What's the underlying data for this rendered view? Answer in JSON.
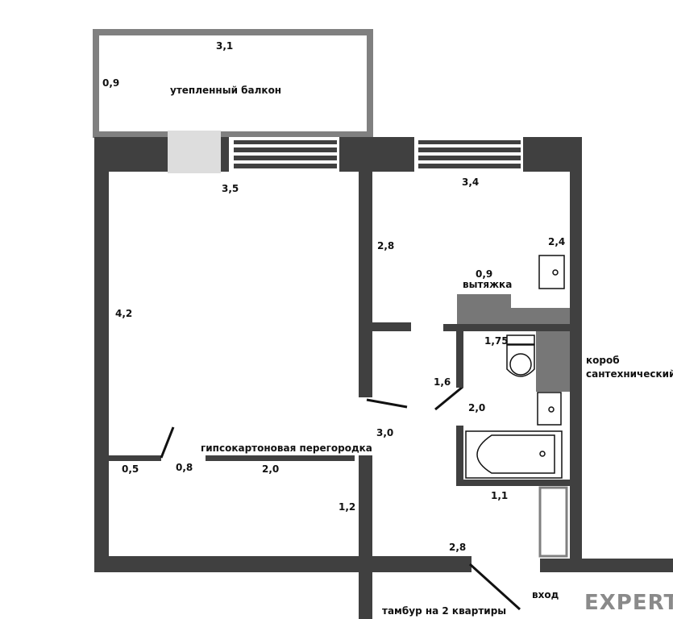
{
  "colors": {
    "wall": "#404040",
    "balcony_frame": "#808080",
    "fixture_box": "#777777",
    "door_opening": "#dddddd",
    "logo": "#8a8a8a"
  },
  "balcony": {
    "label": "утепленный балкон",
    "length": "3,1",
    "width": "0,9"
  },
  "dimensions": {
    "room_top": "3,5",
    "kitchen_top": "3,4",
    "room_left": "4,2",
    "kitchen_wall": "2,8",
    "kitchen_right": "2,4",
    "hood_width": "0,9",
    "toilet": "1,75",
    "bath_door": "1,6",
    "bath_height": "2,0",
    "hall": "3,0",
    "stub": "0,5",
    "door_gap": "0,8",
    "partition": "2,0",
    "corridor": "1,2",
    "bath_bottom": "1,1",
    "bottom": "2,8"
  },
  "labels": {
    "hood": "вытяжка",
    "duct_1": "короб",
    "duct_2": "сантехнический",
    "partition": "гипсокартоновая перегородка",
    "entrance": "вход",
    "vestibule": "тамбур на 2 квартиры"
  },
  "logo": "EXPERT"
}
